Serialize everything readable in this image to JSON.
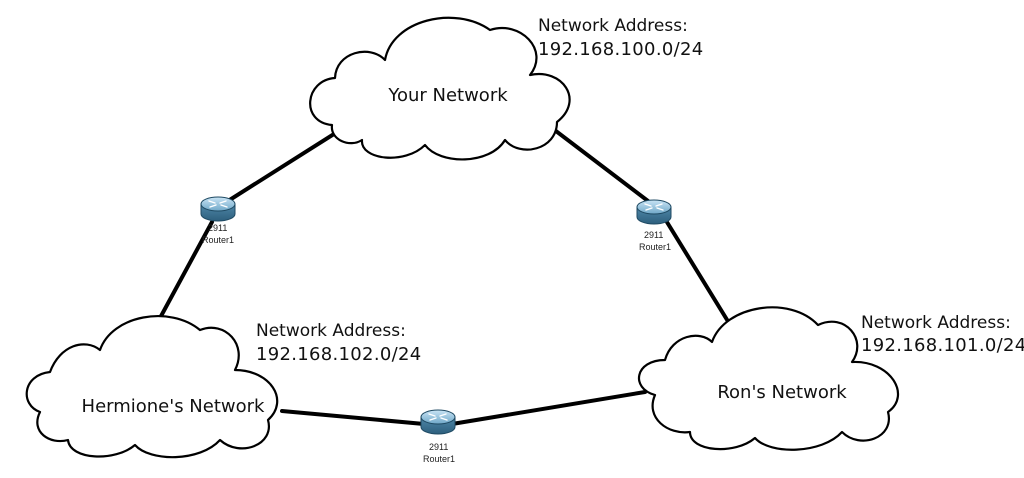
{
  "networks": {
    "yours": {
      "label": "Your Network",
      "address_title": "Network Address:",
      "address": "192.168.100.0/24"
    },
    "ron": {
      "label": "Ron's Network",
      "address_title": "Network Address:",
      "address": "192.168.101.0/24"
    },
    "hermione": {
      "label": "Hermione's Network",
      "address_title": "Network Address:",
      "address": "192.168.102.0/24"
    }
  },
  "routers": {
    "left": {
      "model": "2911",
      "name": "Router1"
    },
    "right": {
      "model": "2911",
      "name": "Router1"
    },
    "bottom": {
      "model": "2911",
      "name": "Router1"
    }
  }
}
